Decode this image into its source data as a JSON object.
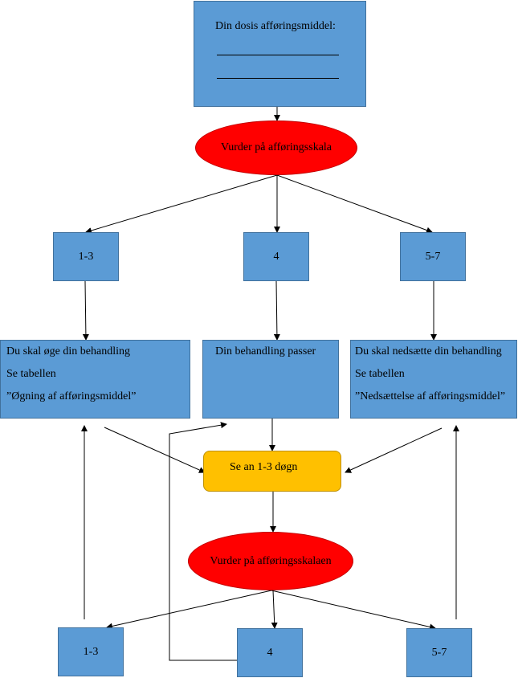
{
  "top_box": {
    "title": "Din dosis afføringsmiddel:"
  },
  "assess1": {
    "label": "Vurder på afføringsskala"
  },
  "score_row1": {
    "low": "1-3",
    "mid": "4",
    "high": "5-7"
  },
  "increase_box": {
    "line1": "Du skal øge din behandling",
    "line2": "Se tabellen",
    "line3": "”Øgning af afføringsmiddel”"
  },
  "ok_box": {
    "line1": "Din behandling passer"
  },
  "decrease_box": {
    "line1": "Du skal nedsætte din behandling",
    "line2": "Se tabellen",
    "line3": "”Nedsættelse af afføringsmiddel”"
  },
  "wait_box": {
    "label": "Se an 1-3 døgn"
  },
  "assess2": {
    "label": "Vurder på afføringsskalaen"
  },
  "score_row2": {
    "low": "1-3",
    "mid": "4",
    "high": "5-7"
  },
  "colors": {
    "box_fill": "#5b9bd5",
    "box_border": "#41719c",
    "oval_fill": "#ff0000",
    "wait_fill": "#ffc000"
  }
}
